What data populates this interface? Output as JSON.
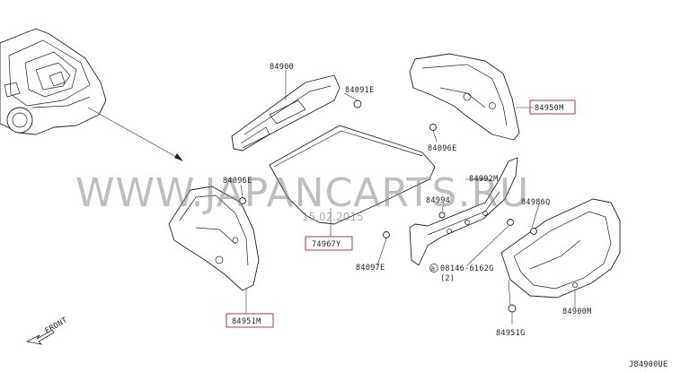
{
  "diagram": {
    "part_labels": {
      "p84900": "84900",
      "p84091e": "84091E",
      "p84950m": "84950M",
      "p84096e_right": "84096E",
      "p84096e_left": "84096E",
      "p74967y": "74967Y",
      "p84992m": "84992M",
      "p84994": "84994",
      "p84986q": "84986Q",
      "p84097e": "84097E",
      "p08146": "08146-6162G",
      "p08146_qty": "(2)",
      "p84951m": "84951M",
      "p84900m": "84900M",
      "p84951g": "84951G"
    },
    "front_label": "FRONT",
    "diagram_code": "J84900UE",
    "watermark": "WWW.JAPANCARTS.RU",
    "watermark_date": "15.02.2015",
    "highlight_color": "#c0303a"
  }
}
